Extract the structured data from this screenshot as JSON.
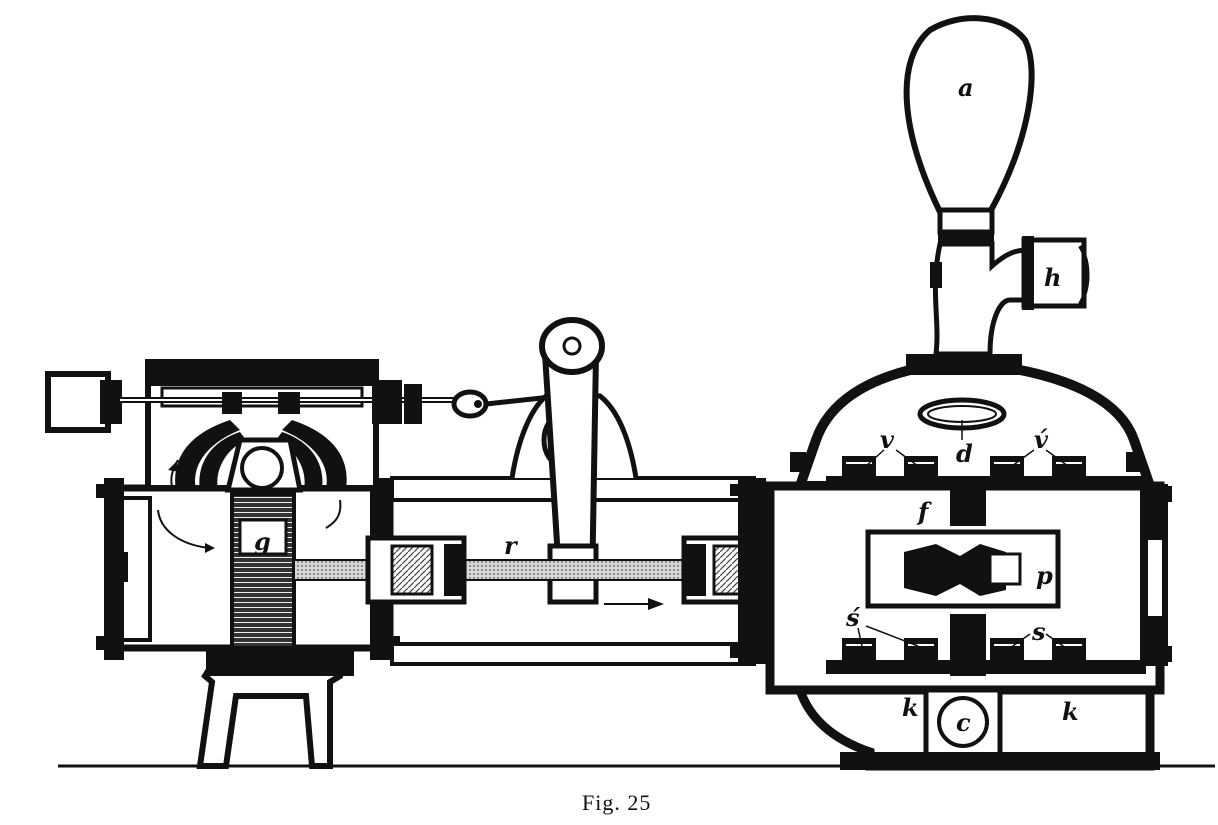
{
  "figure": {
    "caption": "Fig. 25",
    "labels": {
      "a": "a",
      "h": "h",
      "d": "d",
      "v": "v",
      "v_prime": "v́",
      "f": "f",
      "g": "g",
      "r": "r",
      "p": "p",
      "s": "s",
      "s_prime": "ś",
      "k_left": "k",
      "k_right": "k",
      "c": "c"
    },
    "colors": {
      "ink": "#111111",
      "paper": "#ffffff",
      "rod_hatch": "#888888"
    }
  }
}
